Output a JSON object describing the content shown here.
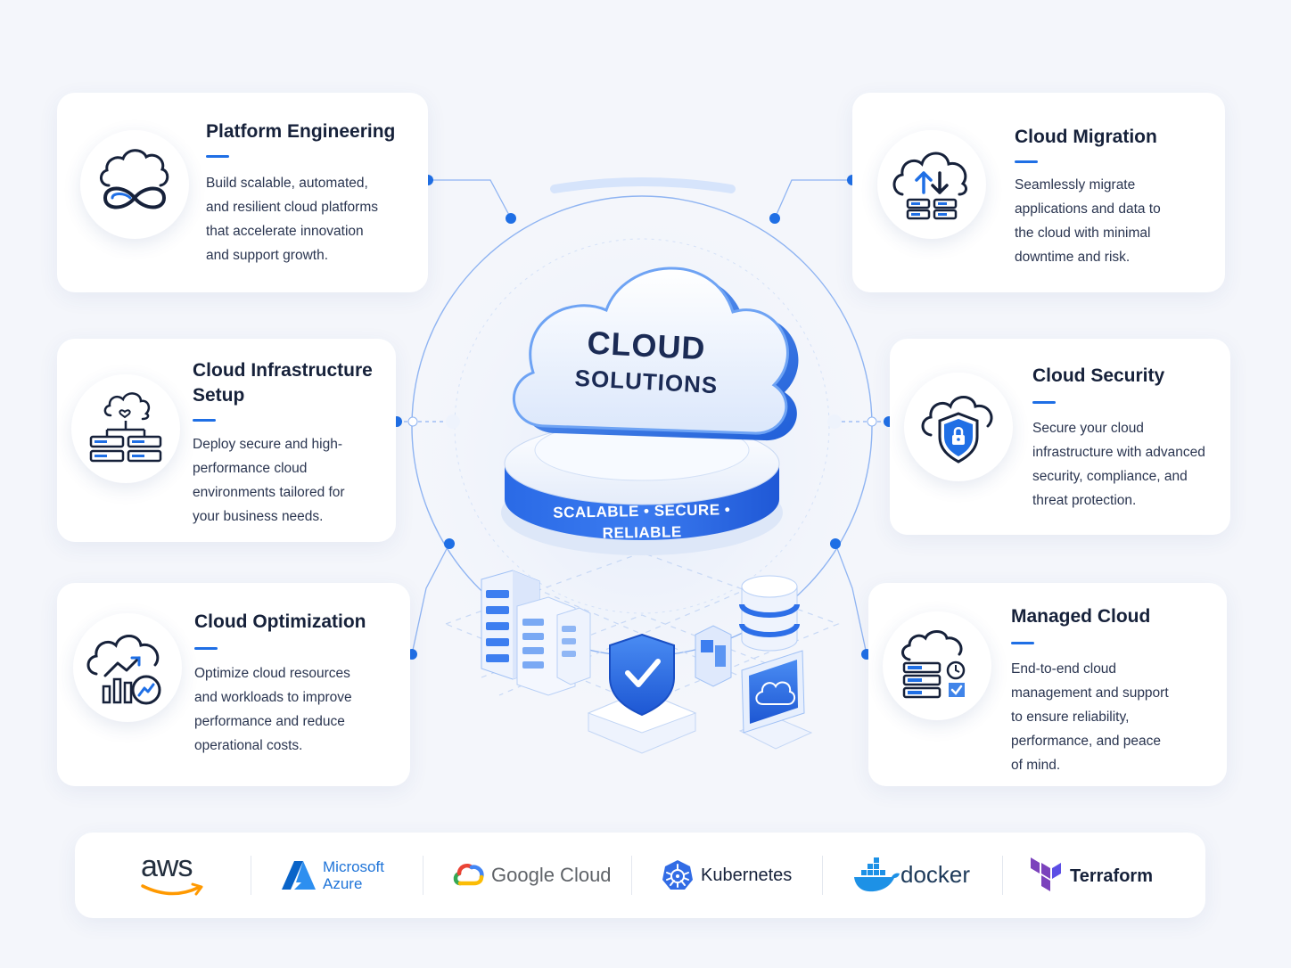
{
  "hero": {
    "line1": "CLOUD",
    "line2": "SOLUTIONS",
    "tagline": "SCALABLE • SECURE • RELIABLE"
  },
  "services": [
    {
      "title": "Platform Engineering",
      "desc": [
        "Build scalable, automated,",
        "and resilient cloud platforms",
        "that accelerate innovation",
        "and support growth."
      ]
    },
    {
      "title": "Cloud Migration",
      "desc": [
        "Seamlessly migrate",
        "applications and data to",
        "the cloud with minimal",
        "downtime and risk."
      ]
    },
    {
      "title_lines": [
        "Cloud Infrastructure",
        "Setup"
      ],
      "desc": [
        "Deploy secure and high-",
        "performance cloud",
        "environments tailored for",
        "your business needs."
      ]
    },
    {
      "title": "Cloud Security",
      "desc": [
        "Secure your cloud",
        "infrastructure with advanced",
        "security, compliance, and",
        "threat protection."
      ]
    },
    {
      "title": "Cloud Optimization",
      "desc": [
        "Optimize cloud resources",
        "and workloads to improve",
        "performance and reduce",
        "operational costs."
      ]
    },
    {
      "title": "Managed Cloud",
      "desc": [
        "End-to-end cloud",
        "management and support",
        "to ensure reliability,",
        "performance, and peace",
        "of mind."
      ]
    }
  ],
  "logos": {
    "aws": "aws",
    "azure_line1": "Microsoft",
    "azure_line2": "Azure",
    "gcloud": "Google Cloud",
    "kubernetes": "Kubernetes",
    "docker": "docker",
    "terraform": "Terraform"
  },
  "colors": {
    "accent": "#1f6fe5",
    "dark": "#16213a",
    "background": "#f4f6fb"
  }
}
